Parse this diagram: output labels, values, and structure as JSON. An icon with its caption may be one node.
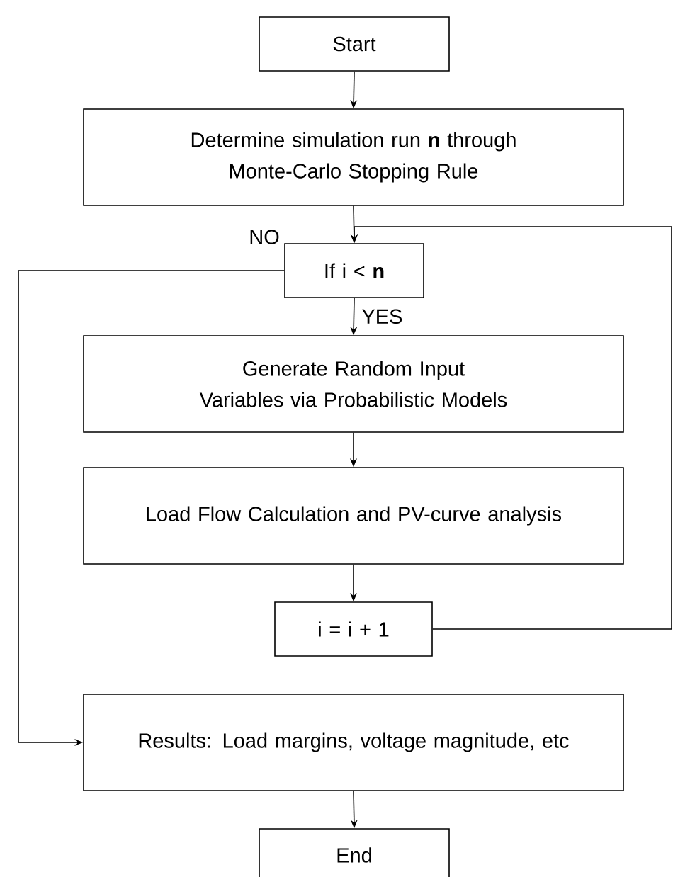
{
  "diagram": {
    "nodes": [
      {
        "text": [
          "Start"
        ]
      },
      {
        "text": [
          "Determine simulation run **n** through Monte-Carlo Stopping Rule"
        ]
      },
      {
        "text": [
          "If i < **n**"
        ]
      },
      {
        "text": [
          "Generate Random Input Variables via Probabilistic Models"
        ]
      },
      {
        "text": [
          "Load Flow Calculation and PV-curve analysis"
        ]
      },
      {
        "text": [
          "i = i + 1"
        ]
      },
      {
        "text": [
          "Results: Load margins, voltage magnitude, etc"
        ]
      },
      {
        "text": [
          "End"
        ]
      }
    ],
    "edges": [
      {
        "from": 0,
        "to": 1,
        "arrow": "to"
      },
      {
        "from": 1,
        "to": 2,
        "arrow": "to"
      },
      {
        "from": 2,
        "to": 3,
        "arrow": "to",
        "label": "YES"
      },
      {
        "from": 3,
        "to": 4,
        "arrow": "to"
      },
      {
        "from": 4,
        "to": 5,
        "arrow": "to"
      },
      {
        "from": 5,
        "to": 2,
        "arrow": "to"
      },
      {
        "from": 2,
        "to": 6,
        "arrow": "to",
        "label": "NO"
      },
      {
        "from": 6,
        "to": 7,
        "arrow": "to"
      }
    ]
  }
}
